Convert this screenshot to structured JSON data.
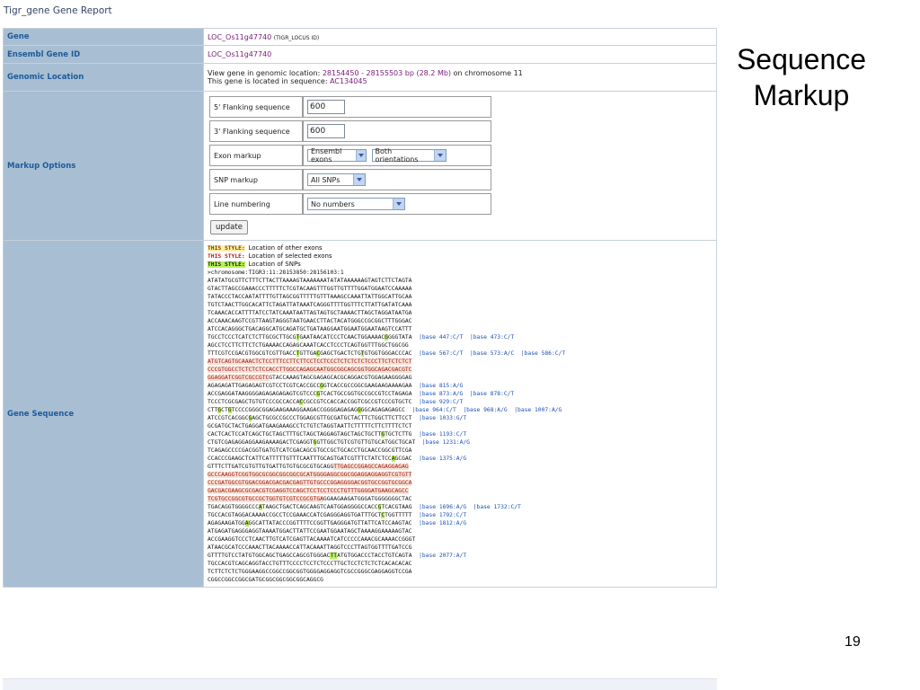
{
  "report_title": "Tigr_gene Gene Report",
  "rows": {
    "gene": {
      "label": "Gene",
      "value": "LOC_Os11g47740",
      "suffix": "(TIGR_LOCUS ID)"
    },
    "ensembl": {
      "label": "Ensembl Gene ID",
      "value": "LOC_Os11g47740"
    },
    "location": {
      "label": "Genomic Location",
      "line1_prefix": "View gene in genomic location: ",
      "coords": "28154450 - 28155503 bp (28.2 Mb)",
      "line1_suffix": " on chromosome 11",
      "line2_prefix": "This gene is located in sequence: ",
      "contig": "AC134045"
    },
    "markup": {
      "label": "Markup Options"
    },
    "sequence": {
      "label": "Gene Sequence"
    }
  },
  "markup_options": {
    "flank5": {
      "label": "5' Flanking sequence",
      "value": "600"
    },
    "flank3": {
      "label": "3' Flanking sequence",
      "value": "600"
    },
    "exon": {
      "label": "Exon markup",
      "select1": "Ensembl exons",
      "select2": "Both orientations"
    },
    "snp": {
      "label": "SNP markup",
      "select": "All SNPs"
    },
    "numbering": {
      "label": "Line numbering",
      "select": "No numbers"
    },
    "update_label": "update"
  },
  "legend": {
    "style_tag": "THIS STYLE:",
    "other": "Location of other exons",
    "selected": "Location of selected exons",
    "snps": "Location of SNPs"
  },
  "sequence_lines": [
    [
      {
        "t": ">chromosome:TIGR3:11:28153850:28156103:1"
      }
    ],
    [
      {
        "t": "ATATATGCGTTCTTTCTTACTTAAAAGTAAAAAAATATATAAAAAAGTAGTCTTCTAGTA"
      }
    ],
    [
      {
        "t": "GTACTTAGCCGAAACCCTTTTTCTCGTACAAGTTTGGTTGTTTTGGATGGAATCCAAAAA"
      }
    ],
    [
      {
        "t": "TATACCCTACCAATATTTTGTTAGCGGTTTTTGTTTAAAGCCAAATTATTGGCATTGCAA"
      }
    ],
    [
      {
        "t": "TGTCTAACTTGGCACATTCTAGATTATAAATCAGGGTTTTGGTTTCTTATTGATATCAAA"
      }
    ],
    [
      {
        "t": "TCAAACACCATTTTATCCTATCAAATAATTAGTAGTGCTAAAACTTAGCTAGGATAATGA"
      }
    ],
    [
      {
        "t": "ACCAAACAAGTCCGTTAAGTAGGGTAATGAACCTTACTACATGGGCCGCGGCTTTGGGAC"
      }
    ],
    [
      {
        "t": "ATCCACAGGGCTGACAGGCATGCAGATGCTGATAAGGAATGGAATGGAATAAGTCCATTT"
      }
    ],
    [
      {
        "t": "TGCCTCCCTCATCTCTTGCGCTTGCG"
      },
      {
        "t": "T",
        "c": "snp"
      },
      {
        "t": "GAATAACATCCCTCAACTGGAAAAC"
      },
      {
        "t": "G",
        "c": "snp"
      },
      {
        "t": "GGGTATA"
      },
      {
        "t": "  |base 447:C/T  |base 473:C/T",
        "c": "note"
      }
    ],
    [
      {
        "t": "AGCCTCCTTCTTCTCTGAAAACCAGAGCAAATCACCTCCCTCAGTGGTTTGGCTGGCGG"
      }
    ],
    [
      {
        "t": "TTTCGTCCGACGTGGCGTCGTTGACC"
      },
      {
        "t": "T",
        "c": "snp"
      },
      {
        "t": "GTTGA"
      },
      {
        "t": "C",
        "c": "snp"
      },
      {
        "t": "GAGCTGACTCTG"
      },
      {
        "t": "T",
        "c": "snp"
      },
      {
        "t": "GTGGTGGGACCCAC"
      },
      {
        "t": "  |base 567:C/T  |base 573:A/C  |base 586:C/T",
        "c": "note"
      }
    ],
    [
      {
        "t": "ATGTCAGTGCAAACTCTCCTTTCCTTCTTCCTCCTCCCTCTCTCTCTCCCTTCTCTCTCT",
        "c": "exon"
      }
    ],
    [
      {
        "t": "CCCGTGGCCTCTCTCTCCACCTTGGCCAGAGCAATGGCGGCAGCGGTGGCAGACGACGTC",
        "c": "exon"
      }
    ],
    [
      {
        "t": "GGAGGATCGGTCGCCGTC",
        "c": "exon"
      },
      {
        "t": "GTACCAAAGTAGCGAGAGCACGCAGGACGTGGAGAAGGGGAG"
      }
    ],
    [
      {
        "t": "AGAGAGATTGAGAGAGTCGTCCTCGTCACCGCC"
      },
      {
        "t": "G",
        "c": "snp"
      },
      {
        "t": "GTCACCGCCGGCGAAGAAGAAAAGAA"
      },
      {
        "t": "  |base 815:A/G",
        "c": "note"
      }
    ],
    [
      {
        "t": "ACCGAGGATAAGGGGAGAGAGAGAGTCGTCCC"
      },
      {
        "t": "G",
        "c": "snp"
      },
      {
        "t": "TCACTGCCGGTGCCGCCGTCCTAGAGA"
      },
      {
        "t": "  |base 873:A/G  |base 878:C/T",
        "c": "note"
      }
    ],
    [
      {
        "t": "TCCCTCGCGAGCTGTGTCCCGCCACCA"
      },
      {
        "t": "C",
        "c": "snp"
      },
      {
        "t": "CGCCGTCCACCACCGGTCGCCGTCCCGTGCTC"
      },
      {
        "t": "  |base 929:C/T",
        "c": "note"
      }
    ],
    [
      {
        "t": "CTT"
      },
      {
        "t": "G",
        "c": "snp"
      },
      {
        "t": "CT"
      },
      {
        "t": "G",
        "c": "snp"
      },
      {
        "t": "TCCCCGGGCGGAGAAGAAAGGAAGACCGGGGAGAGAG"
      },
      {
        "t": "G",
        "c": "snp"
      },
      {
        "t": "GGCAGAGAGAGCC"
      },
      {
        "t": "  |base 964:C/T  |base 968:A/G  |base 1007:A/G",
        "c": "note"
      }
    ],
    [
      {
        "t": "ATCCGTCACGGC"
      },
      {
        "t": "G",
        "c": "snp"
      },
      {
        "t": "AGCTGCGCCGCCCTGGAGCGTTGCGATGCTACTTCTGGCTTCTTCCT"
      },
      {
        "t": "  |base 1033:G/T",
        "c": "note"
      }
    ],
    [
      {
        "t": "GCGATGCTACTGAGGATGAAGAAAGCCTCTGTCTAGGTAATTCTTTTTCTTCTTTTCTCT"
      }
    ],
    [
      {
        "t": "CACTCACTCCATCAGCTGCTAGCTTTGCTAGCTAGGAGTAGCTAGCTGCTT"
      },
      {
        "t": "G",
        "c": "snp"
      },
      {
        "t": "TGCTCTTG"
      },
      {
        "t": "  |base 1193:C/T",
        "c": "note"
      }
    ],
    [
      {
        "t": "CTGTCGAGAGGAGGAAGAAAAGACTCGAGGT"
      },
      {
        "t": "G",
        "c": "snp"
      },
      {
        "t": "GTTGGCTGTCGTGTTGTGCATGGCTGCAT"
      },
      {
        "t": "  |base 1231:A/G",
        "c": "note"
      }
    ],
    [
      {
        "t": "TCAGAGCCCCGACGGTGATGTCATCGACAGCGTGCCGCTGCACCTGCAACCGGCGTTCGA"
      }
    ],
    [
      {
        "t": "CCACCCGAAGCTCATTCATTTTTGTTTCAATTTGCAGTGATCGTTTCTATCTCC"
      },
      {
        "t": "A",
        "c": "snp"
      },
      {
        "t": "GCGAC"
      },
      {
        "t": "  |base 1375:A/G",
        "c": "note"
      }
    ],
    [
      {
        "t": "GTTTCTTGATCGTGTTGTGATTGTGTGCGCGTGCAGG"
      },
      {
        "t": "TTGAGCCGGAGCCAGAGGAGAG",
        "c": "exon"
      }
    ],
    [
      {
        "t": "GCCCAAGGTCGGTGGCGCGGCGGCGGCGCATGGGGAGGCGGCGGAGGAGGAGGTCGTGTT",
        "c": "exon"
      }
    ],
    [
      {
        "t": "CCCGATGGCGTGGACGGACGACGACGAGTTGTGCCCGGAGGGGACGGTGCCGGTGCGGCA",
        "c": "exon"
      }
    ],
    [
      {
        "t": "GACGACGAAGCGCGACGTCGAGGTCCAGCTCCTCCTCCCTGTTTGGGGATGAAGCAGCC",
        "c": "exon"
      }
    ],
    [
      {
        "t": "TCGTGCCGGCGTGCCGCTGGTGTCGTCCGCGTGA",
        "c": "exon"
      },
      {
        "t": "GGAAGAAGATGGGATGGGGGGGCTAC"
      }
    ],
    [
      {
        "t": "TGACAGGTGGGGCCC"
      },
      {
        "t": "A",
        "c": "snp"
      },
      {
        "t": "TAAGCTGACTCAGCAAGTCAATGGAGGGGCCACC"
      },
      {
        "t": "G",
        "c": "snp"
      },
      {
        "t": "TCACGTAAG"
      },
      {
        "t": "  |base 1696:A/G  |base 1732:C/T",
        "c": "note"
      }
    ],
    [
      {
        "t": "TGCCACGTAGGACAAAACCGCCTCCGAAACCATCGAGGGAGGTGATTTGCT"
      },
      {
        "t": "C",
        "c": "snp"
      },
      {
        "t": "TGGTTTTT"
      },
      {
        "t": "  |base 1792:C/T",
        "c": "note"
      }
    ],
    [
      {
        "t": "AGAGAAGATGG"
      },
      {
        "t": "A",
        "c": "snp"
      },
      {
        "t": "GGCATTATACCCGGTTTTCCGGTTGAGGGATGTTATTCATCCAAGTAC"
      },
      {
        "t": "  |base 1812:A/G",
        "c": "note"
      }
    ],
    [
      {
        "t": "ATGAGATGAGGGAGGTAAAATGGACTTATTCCGAATGGAATAGCTAAAAGGAAAAAGTAC"
      }
    ],
    [
      {
        "t": "ACCGAAGGTCCCTCAACTTGTCATCGAGTTACAAAATCATCCCCCAAACGCAAAACCGGGT"
      }
    ],
    [
      {
        "t": "ATAACGCATCCCAAACTTACAAAACCATTACAAATTAGGTCCCTTAGTGGTTTTGATCCG"
      }
    ],
    [
      {
        "t": "GTTTTGTCCTATGTGGCAGCTGAGCCAGCGTGGGAC"
      },
      {
        "t": "TT",
        "c": "snp"
      },
      {
        "t": "ATGTGGACCCTACCTGTCAGTA"
      },
      {
        "t": "  |base 2077:A/T",
        "c": "note"
      }
    ],
    [
      {
        "t": "TGCCACGTCAGCAGGTACCTGTTTCCCCTCCTCTCCCTTGCTCCTCTCTCTCACACACAC"
      }
    ],
    [
      {
        "t": "TCTTCTCTCTGGGAAGGCCGGCCGGCGGTGGGGAGGAGGTCGCCGGGCGAGGAGGTCCGA"
      }
    ],
    [
      {
        "t": "CGGCCGGCCGGCGATGCGGCGGCGGCGGCAGGCG"
      }
    ]
  ],
  "slide": {
    "title_line1": "Sequence",
    "title_line2": "Markup",
    "page_number": "19"
  }
}
